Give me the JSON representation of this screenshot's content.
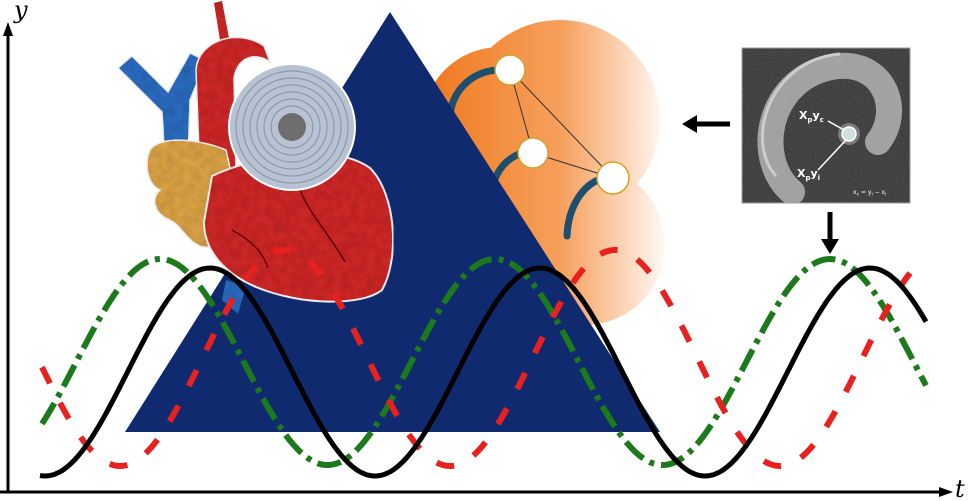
{
  "axes": {
    "y_label": "y",
    "x_label": "t"
  },
  "inset": {
    "label_upper": {
      "a": "X",
      "a_sub": "p",
      "b": "y",
      "b_sub": "c"
    },
    "label_lower": {
      "a": "X",
      "a_sub": "p",
      "b": "y",
      "b_sub": "i"
    },
    "equation": {
      "a": "x",
      "a_sub": "c",
      "b": " = y",
      "b_sub": "i",
      "c": " − x",
      "c_sub": "i"
    }
  },
  "colors": {
    "triangle": "#0f2a6e",
    "wave_black": "#000000",
    "wave_green": "#1c7a1c",
    "wave_red": "#e8211e",
    "cloud_orange": "#f07a20",
    "heart_red": "#d42c2c",
    "vessel_blue": "#2f6fc6",
    "atrium_tan": "#e3a84a",
    "disc_grey": "#b7c3d3",
    "node_border": "#d4a02a",
    "link_teal": "#1d4f6e"
  }
}
